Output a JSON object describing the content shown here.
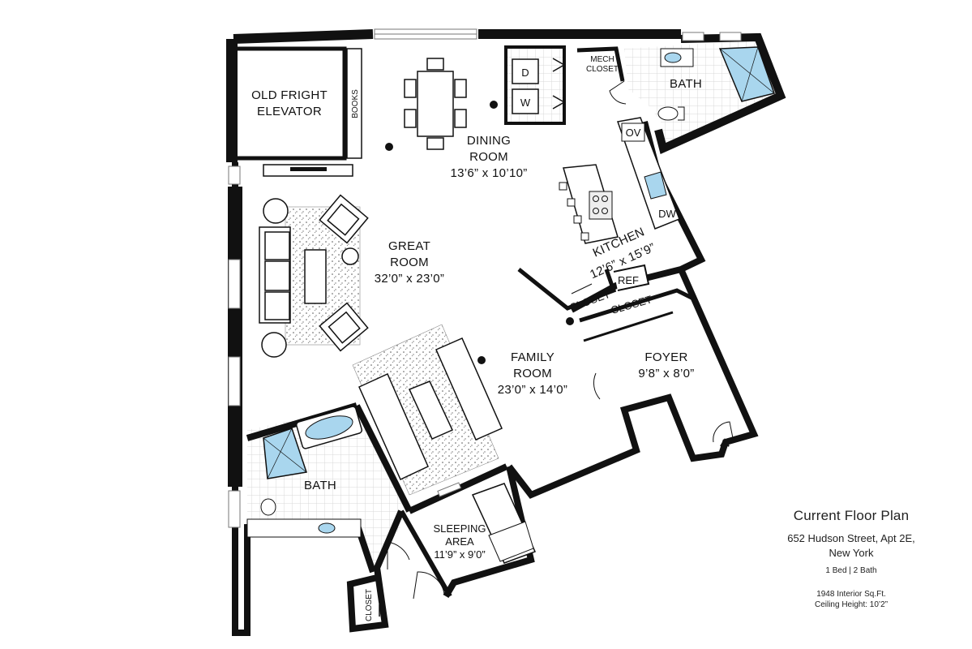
{
  "rooms": {
    "elevator": {
      "line1": "OLD FRIGHT",
      "line2": "ELEVATOR"
    },
    "books": "BOOKS",
    "dining": {
      "line1": "DINING",
      "line2": "ROOM",
      "dims": "13’6” x 10’10”"
    },
    "great": {
      "line1": "GREAT",
      "line2": "ROOM",
      "dims": "32’0” x 23’0”"
    },
    "kitchen": {
      "line1": "KITCHEN",
      "dims": "12’6” x 15’9”"
    },
    "family": {
      "line1": "FAMILY",
      "line2": "ROOM",
      "dims": "23’0” x 14’0”"
    },
    "foyer": {
      "line1": "FOYER",
      "dims": "9’8” x 8’0”"
    },
    "bath_top": "BATH",
    "bath_left": "BATH",
    "sleeping": {
      "line1": "SLEEPING",
      "line2": "AREA",
      "dims": "11’9” x 9’0”"
    },
    "mech": {
      "line1": "MECH",
      "line2": "CLOSET"
    },
    "closet_kitchen": "CLOSET",
    "closet_foyer": "CLOSET",
    "closet_bottom": "CLOSET",
    "appliances": {
      "dryer": "D",
      "washer": "W",
      "oven": "OV",
      "dishwasher": "DW",
      "fridge": "REF"
    }
  },
  "info": {
    "title": "Current Floor Plan",
    "address_line1": "652 Hudson Street, Apt 2E,",
    "address_line2": "New York",
    "beds_baths": "1 Bed | 2 Bath",
    "sqft": "1948 Interior Sq.Ft.",
    "ceiling": "Ceiling Height: 10’2”"
  },
  "colors": {
    "wall": "#111111",
    "glass": "#a9d6ee",
    "tile": "#d9d9d9"
  },
  "icons": {
    "entry": "arrow-up-icon"
  }
}
